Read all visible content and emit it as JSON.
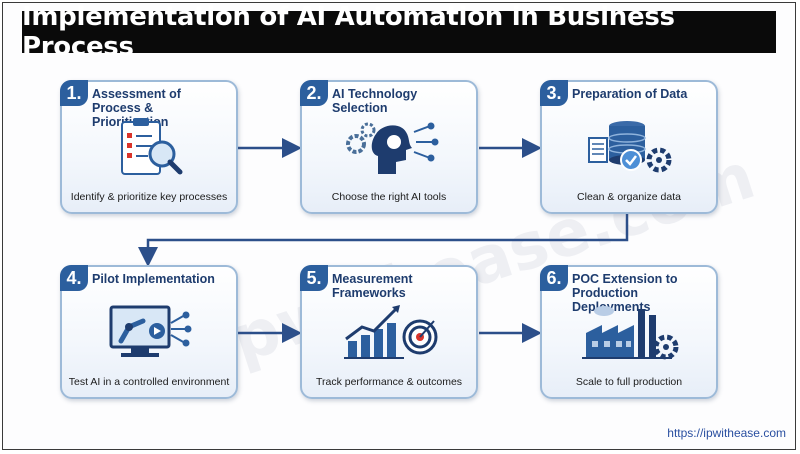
{
  "title": "Implementation of AI Automation in Business Process",
  "steps": [
    {
      "num": "1.",
      "title": "Assessment of Process & Prioritization",
      "caption": "Identify & prioritize key processes",
      "icon": "checklist-magnifier-icon"
    },
    {
      "num": "2.",
      "title": "AI Technology Selection",
      "caption": "Choose the right AI tools",
      "icon": "ai-head-gears-icon"
    },
    {
      "num": "3.",
      "title": "Preparation of Data",
      "caption": "Clean & organize data",
      "icon": "database-check-icon"
    },
    {
      "num": "4.",
      "title": "Pilot Implementation",
      "caption": "Test AI in a controlled environment",
      "icon": "robot-arm-monitor-icon"
    },
    {
      "num": "5.",
      "title": "Measurement Frameworks",
      "caption": "Track performance & outcomes",
      "icon": "growth-chart-target-icon"
    },
    {
      "num": "6.",
      "title": "POC Extension to Production Deployments",
      "caption": "Scale to full production",
      "icon": "factory-gear-icon"
    }
  ],
  "watermark": "ipwithease.com",
  "url": "https://ipwithease.com",
  "colors": {
    "accent": "#2c5f9e",
    "card_border": "#9dbad8",
    "title_bg": "#0a0a0a",
    "arrow": "#2c4f8a"
  }
}
